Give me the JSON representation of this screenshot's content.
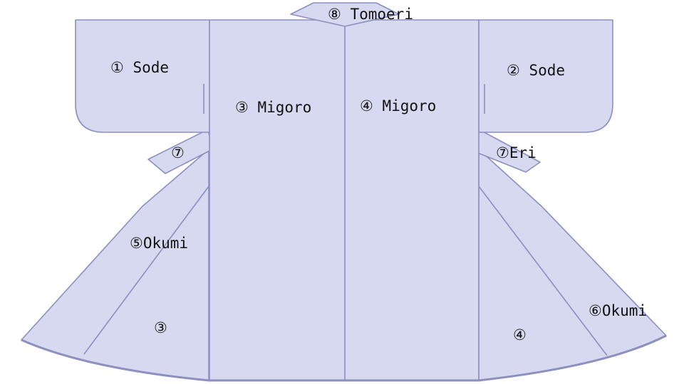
{
  "labels": {
    "sode_left": "① Sode",
    "sode_right": "② Sode",
    "migoro_left": "③ Migoro",
    "migoro_right": "④ Migoro",
    "okumi_left": "⑤Okumi",
    "okumi_right": "⑥Okumi",
    "eri_left": "⑦",
    "eri_right": "⑦Eri",
    "tomoeri": "⑧ Tomoeri",
    "migoro_left_lower": "③",
    "migoro_right_lower": "④"
  },
  "colors": {
    "fabric": "#d6d9f0",
    "outline": "#8c8fc0",
    "text": "#111111"
  }
}
